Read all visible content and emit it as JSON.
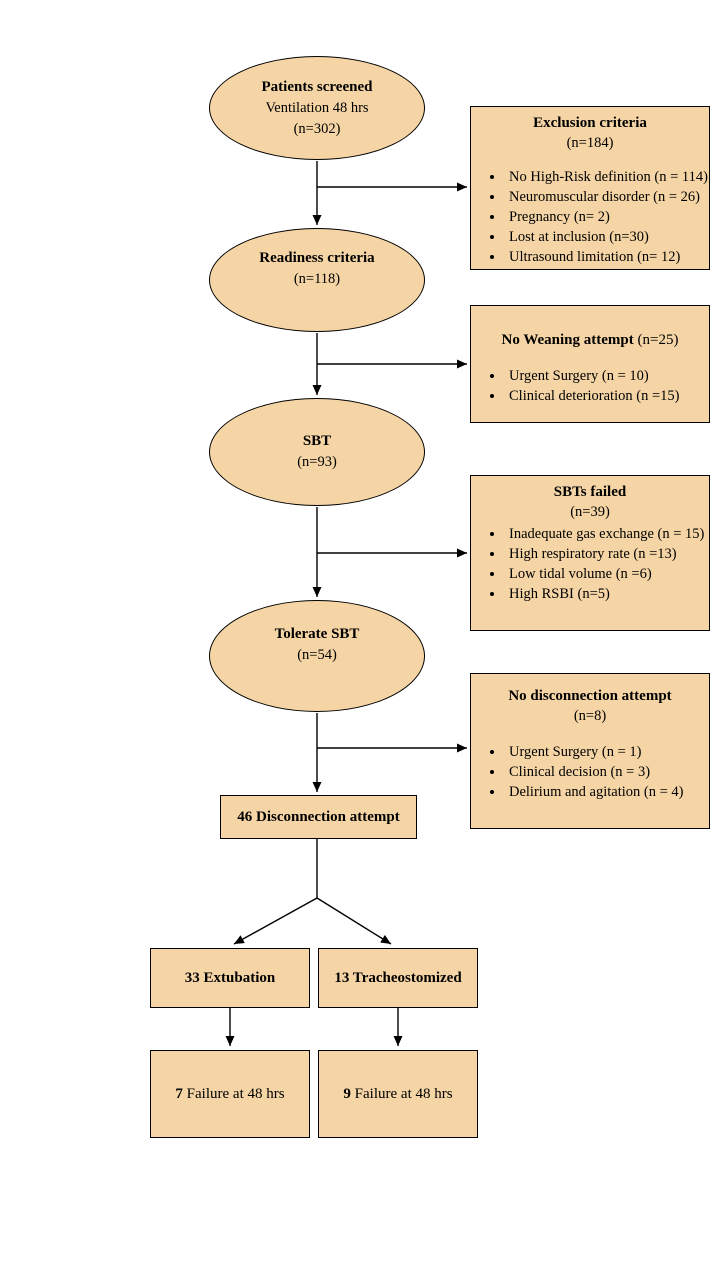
{
  "colors": {
    "node_fill": "#F5D5A5",
    "node_border": "#000000",
    "page_bg": "#FFFFFF",
    "arrow": "#000000"
  },
  "ellipses": [
    {
      "title": "Patients screened",
      "subtitle": "Ventilation 48 hrs",
      "count": "(n=302)"
    },
    {
      "title": "Readiness criteria",
      "count": "(n=118)"
    },
    {
      "title": "SBT",
      "count": "(n=93)"
    },
    {
      "title": "Tolerate SBT",
      "count": "(n=54)"
    }
  ],
  "side_boxes": [
    {
      "title": "Exclusion criteria",
      "count": "(n=184)",
      "items": [
        "No High-Risk definition (n = 114)",
        "Neuromuscular disorder (n = 26)",
        "Pregnancy (n= 2)",
        "Lost at inclusion (n=30)",
        "Ultrasound limitation (n= 12)"
      ]
    },
    {
      "title": "No Weaning attempt",
      "count": "(n=25)",
      "items": [
        "Urgent Surgery (n = 10)",
        "Clinical deterioration (n =15)"
      ]
    },
    {
      "title": "SBTs failed",
      "count": "(n=39)",
      "items": [
        "Inadequate gas exchange (n = 15)",
        "High respiratory rate (n =13)",
        "Low tidal volume (n =6)",
        "High RSBI (n=5)"
      ]
    },
    {
      "title": "No disconnection attempt",
      "count": "(n=8)",
      "items": [
        "Urgent Surgery (n = 1)",
        "Clinical decision (n = 3)",
        "Delirium and agitation (n = 4)"
      ]
    }
  ],
  "boxes": {
    "disconnection": {
      "label": "46 Disconnection attempt"
    },
    "extubation": {
      "label": "33 Extubation"
    },
    "tracheostomized": {
      "label": "13 Tracheostomized"
    },
    "failure_extubation": {
      "number": "7",
      "label": " Failure at 48 hrs"
    },
    "failure_tracheostomized": {
      "number": "9",
      "label": " Failure at 48 hrs"
    }
  }
}
